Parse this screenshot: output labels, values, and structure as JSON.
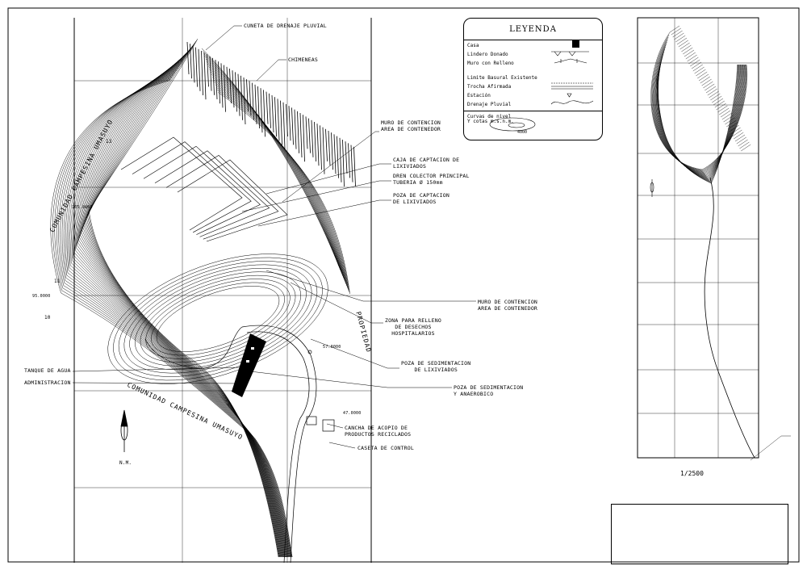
{
  "labels": {
    "cuneta": "CUNETA DE DRENAJE PLUVIAL",
    "chimeneas": "CHIMENEAS",
    "muro1_l1": "MURO DE CONTENCION",
    "muro1_l2": "AREA DE CONTENEDOR",
    "caja_l1": "CAJA DE CAPTACION DE",
    "caja_l2": "LIXIVIADOS",
    "dren_l1": "DREN COLECTOR PRINCIPAL",
    "dren_l2": "TUBERIA Ø 150mm",
    "poza_cap_l1": "POZA DE CAPTACION",
    "poza_cap_l2": "DE LIXIVIADOS",
    "muro2_l1": "MURO DE CONTENCION",
    "muro2_l2": "AREA DE CONTENEDOR",
    "zona_l1": "ZONA PARA RELLENO",
    "zona_l2": "DE DESECHOS",
    "zona_l3": "HOSPITALARIOS",
    "poza_sed1_l1": "POZA DE SEDIMENTACION",
    "poza_sed1_l2": "DE LIXIVIADOS",
    "poza_sed2_l1": "POZA DE SEDIMENTACION",
    "poza_sed2_l2": "Y ANAEROBICO",
    "cancha_l1": "CANCHA DE ACOPIO DE",
    "cancha_l2": "PRODUCTOS RECICLADOS",
    "caseta": "CASETA DE CONTROL",
    "tanque": "TANQUE DE AGUA",
    "admin": "ADMINISTRACION",
    "comunidad_top": "COMUNIDAD CAMPESINA UMASUYO",
    "comunidad_bottom": "COMUNIDAD CAMPESINA UMASUYO",
    "propiedad": "PROPIEDAD",
    "north": "N.M.",
    "coord1": "165.0000",
    "coord2": "95.0000",
    "coord3": "47.0000",
    "coord4": "57.0000",
    "pt13": "13",
    "pt11": "11",
    "pt10": "10"
  },
  "legend": {
    "title": "LEYENDA",
    "rows": [
      "Casa",
      "Lindero Donado",
      "Muro con Relleno",
      "Limite Basural Existente",
      "Trocha Afirmada",
      "Estación",
      "Drenaje Pluvial",
      "Curvas de nivel",
      "Y cotas m.s.n.m."
    ],
    "contour_value": "4000"
  },
  "side_plan": {
    "scale": "1/2500"
  },
  "colors": {
    "ink": "#000000",
    "paper": "#ffffff"
  }
}
